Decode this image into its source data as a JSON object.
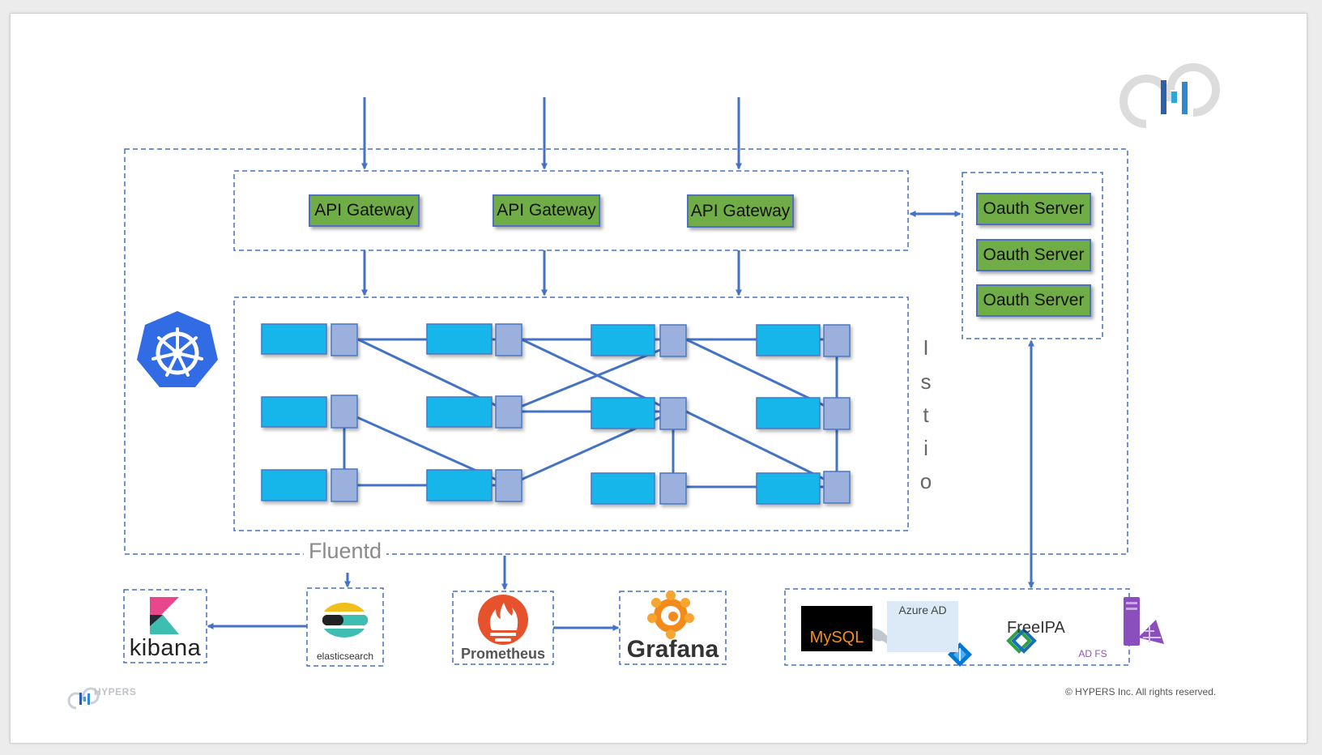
{
  "api_gateways": [
    "API Gateway",
    "API Gateway",
    "API Gateway"
  ],
  "oauth_servers": [
    "Oauth Server",
    "Oauth Server",
    "Oauth Server"
  ],
  "mesh_label": [
    "I",
    "s",
    "t",
    "i",
    "o"
  ],
  "logging": {
    "collector": "Fluentd"
  },
  "tools": {
    "kibana": "kibana",
    "elasticsearch": "elasticsearch",
    "prometheus": "Prometheus",
    "grafana": "Grafana"
  },
  "identity_providers": {
    "mysql": "MySQL",
    "azure_ad": "Azure AD",
    "freeipa": "FreeIPA",
    "adfs": "AD FS"
  },
  "footer": {
    "brand": "HYPERS",
    "copyright": "© HYPERS Inc. All rights reserved."
  },
  "colors": {
    "accent_blue": "#4472c4",
    "gateway_green": "#70ad47",
    "service_cyan": "#15b5ea",
    "sidecar_lavender": "#9bb0dc",
    "kubernetes_blue": "#326ce5"
  },
  "icons": [
    "hypers-logo-icon",
    "kubernetes-icon",
    "kibana-icon",
    "elasticsearch-icon",
    "prometheus-icon",
    "grafana-icon",
    "mysql-dolphin-icon",
    "azure-ad-icon",
    "freeipa-icon",
    "adfs-icon"
  ]
}
